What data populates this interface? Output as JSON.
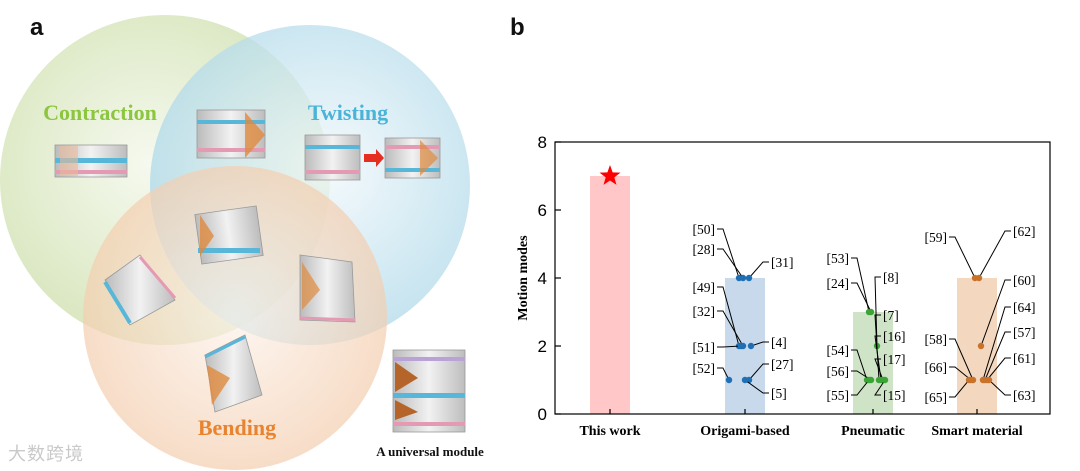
{
  "panels": {
    "a": "a",
    "b": "b"
  },
  "venn": {
    "contraction": "Contraction",
    "twisting": "Twisting",
    "bending": "Bending",
    "module_caption": "A universal module",
    "colors": {
      "contraction": "#8cc63f",
      "twisting": "#4ab3d8",
      "bending": "#e8832f"
    }
  },
  "watermark": "大数跨境",
  "chart_data": {
    "type": "scatter",
    "ylabel": "Motion modes",
    "ylim": [
      0,
      8
    ],
    "yticks": [
      "0",
      "2",
      "4",
      "6",
      "8"
    ],
    "categories": [
      "This work",
      "Origami-based",
      "Pneumatic",
      "Smart material"
    ],
    "colors": [
      "#ff0000",
      "#1f6fb4",
      "#3aa535",
      "#c8722a"
    ],
    "bar_colors": [
      "#ffc7c7",
      "#c8d9ec",
      "#cfe3c7",
      "#f3d8bf"
    ],
    "bars": [
      7,
      4,
      3,
      4
    ],
    "this_work": {
      "value": 7,
      "marker": "star"
    },
    "origami_points": [
      {
        "label": "[50]",
        "value": 4
      },
      {
        "label": "[28]",
        "value": 4
      },
      {
        "label": "[31]",
        "value": 4
      },
      {
        "label": "[49]",
        "value": 2
      },
      {
        "label": "[32]",
        "value": 2
      },
      {
        "label": "[4]",
        "value": 2
      },
      {
        "label": "[51]",
        "value": 2
      },
      {
        "label": "[52]",
        "value": 1
      },
      {
        "label": "[27]",
        "value": 1
      },
      {
        "label": "[5]",
        "value": 1
      }
    ],
    "pneumatic_points": [
      {
        "label": "[53]",
        "value": 3
      },
      {
        "label": "[24]",
        "value": 3
      },
      {
        "label": "[8]",
        "value": 2
      },
      {
        "label": "[7]",
        "value": 1
      },
      {
        "label": "[16]",
        "value": 1
      },
      {
        "label": "[54]",
        "value": 1
      },
      {
        "label": "[17]",
        "value": 1
      },
      {
        "label": "[56]",
        "value": 1
      },
      {
        "label": "[55]",
        "value": 1
      },
      {
        "label": "[15]",
        "value": 1
      }
    ],
    "smart_points": [
      {
        "label": "[59]",
        "value": 4
      },
      {
        "label": "[62]",
        "value": 4
      },
      {
        "label": "[60]",
        "value": 2
      },
      {
        "label": "[64]",
        "value": 1
      },
      {
        "label": "[58]",
        "value": 1
      },
      {
        "label": "[57]",
        "value": 1
      },
      {
        "label": "[66]",
        "value": 1
      },
      {
        "label": "[61]",
        "value": 1
      },
      {
        "label": "[65]",
        "value": 1
      },
      {
        "label": "[63]",
        "value": 1
      }
    ]
  }
}
